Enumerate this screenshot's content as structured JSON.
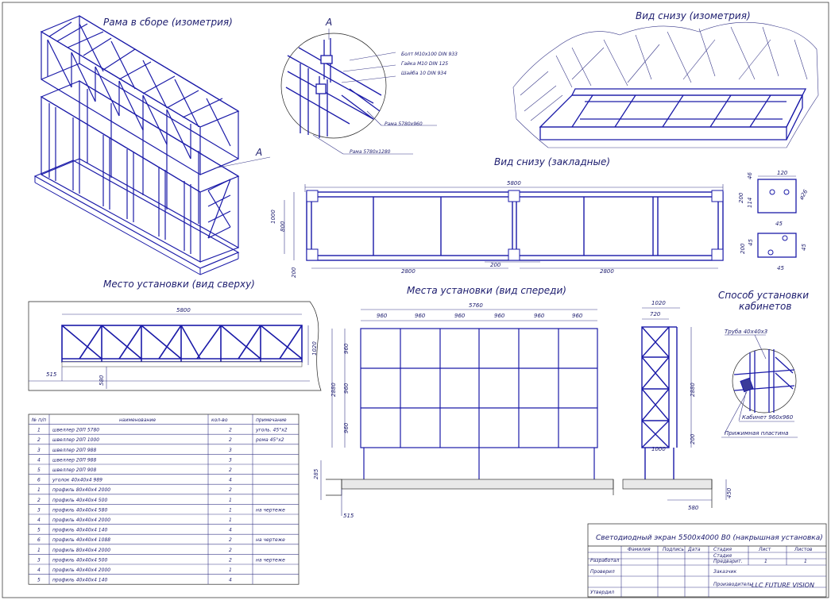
{
  "titles": {
    "assembled": "Рама в сборе (изометрия)",
    "bottom_iso": "Вид снизу (изометрия)",
    "bottom_embed": "Вид снизу (закладные)",
    "top_place": "Место установки (вид сверху)",
    "front_place": "Места установки (вид спереди)",
    "mount_method_1": "Способ установки",
    "mount_method_2": "кабинетов",
    "detail_letter": "A"
  },
  "callouts": {
    "bolt": "Болт М10х100 DIN 933",
    "nut": "Гайка М10 DIN 125",
    "washer": "Шайба 10 DIN 934",
    "frame_a": "Рама 5780х960",
    "frame_b": "Рама 5780х1280",
    "tube": "Труба 40х40х3",
    "cabinet": "Кабинет 960х960",
    "plate": "Прижимная пластина"
  },
  "dims": {
    "embed_total": "5800",
    "embed_h1": "1000",
    "embed_h2": "800",
    "embed_side": "200",
    "embed_left": "2800",
    "embed_mid": "200",
    "embed_right": "2800",
    "plate_top_w": "120",
    "plate_top_h1": "200",
    "plate_top_h2": "114",
    "plate_top_h3": "46",
    "plate_hole": "ø26",
    "plate_b_w": "45",
    "plate_b_h": "200",
    "plate_b_h2": "45",
    "plate_b_r": "45",
    "plate_b_bot": "45",
    "top_total": "5800",
    "top_depth": "1020",
    "top_off": "515",
    "top_off2": "580",
    "front_total": "5760",
    "front_cols": [
      "960",
      "960",
      "960",
      "960",
      "960",
      "960"
    ],
    "front_rows": [
      "960",
      "960",
      "960"
    ],
    "front_height": "2880",
    "front_side": "285",
    "front_bottom": "515",
    "side_w1": "1020",
    "side_w2": "720",
    "side_h": "2880",
    "side_gap": "200",
    "side_base": "1000",
    "side_ground": "580",
    "side_ground_h": "450"
  },
  "spec_table": {
    "headers": [
      "№ п/п",
      "наименование",
      "кол-во",
      "примечание"
    ],
    "rows": [
      [
        "1",
        "швеллер 20П 5780",
        "2",
        "уголь. 45°х2"
      ],
      [
        "2",
        "швеллер 20П 1000",
        "2",
        "рома 45°х2"
      ],
      [
        "3",
        "швеллер 20П 988",
        "3",
        ""
      ],
      [
        "4",
        "швеллер 20П 988",
        "3",
        ""
      ],
      [
        "5",
        "швеллер 20П 908",
        "2",
        ""
      ],
      [
        "6",
        "уголок 40х40х4 989",
        "4",
        ""
      ],
      [
        "1",
        "профиль 80х40х4 2000",
        "2",
        ""
      ],
      [
        "2",
        "профиль 40х40х4 500",
        "1",
        ""
      ],
      [
        "3",
        "профиль 40х40х4 580",
        "1",
        "на чертеже"
      ],
      [
        "4",
        "профиль 40х40х4 2000",
        "1",
        ""
      ],
      [
        "5",
        "профиль 40х40х4 140",
        "4",
        ""
      ],
      [
        "6",
        "профиль 40х40х4 1088",
        "2",
        "на чертеже"
      ],
      [
        "1",
        "профиль 80х40х4 2000",
        "2",
        ""
      ],
      [
        "3",
        "профиль 40х40х4 500",
        "2",
        "на чертеже"
      ],
      [
        "4",
        "профиль 40х40х4 2000",
        "1",
        ""
      ],
      [
        "5",
        "профиль 40х40х4 140",
        "4",
        ""
      ]
    ]
  },
  "stamp": {
    "title": "Светодиодный экран 5500х4000 В0 (накрышная установка)",
    "cols": [
      "Фамилия",
      "Подпись",
      "Дата",
      "Стадия",
      "Лист",
      "Листов"
    ],
    "roles": [
      "Разработал",
      "Проверил",
      "Утвердил"
    ],
    "labels": [
      "Стадия",
      "Предварит.",
      "Заказчик",
      "Производитель"
    ],
    "sheet": "1",
    "sheets": "1",
    "company": "LLC FUTURE VISION"
  }
}
